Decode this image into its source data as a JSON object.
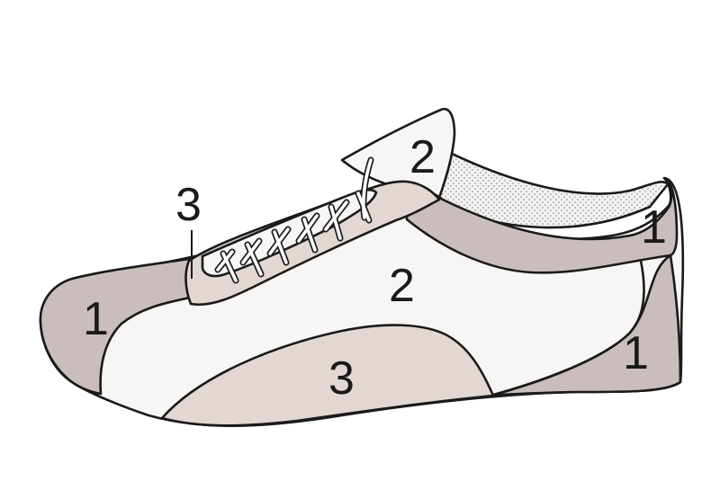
{
  "colors": {
    "part_1": "#c9bebb",
    "part_2": "#f8f6f4",
    "part_3": "#e2d7d2",
    "outline": "#1a1a1a",
    "lining": "#f1efee"
  },
  "labels": {
    "toe_cap": "1",
    "lace_panel": "3",
    "tongue": "2",
    "vamp": "2",
    "sole_panel": "3",
    "collar": "1",
    "heel": "1"
  }
}
